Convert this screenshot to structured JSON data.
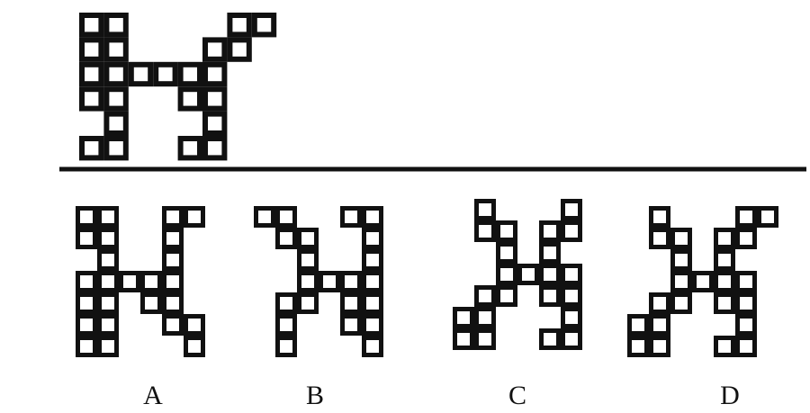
{
  "question_figure": {
    "cells": [
      [
        0,
        0
      ],
      [
        1,
        0
      ],
      [
        6,
        0
      ],
      [
        7,
        0
      ],
      [
        0,
        1
      ],
      [
        1,
        1
      ],
      [
        5,
        1
      ],
      [
        6,
        1
      ],
      [
        0,
        2
      ],
      [
        1,
        2
      ],
      [
        2,
        2
      ],
      [
        3,
        2
      ],
      [
        4,
        2
      ],
      [
        5,
        2
      ],
      [
        0,
        3
      ],
      [
        1,
        3
      ],
      [
        4,
        3
      ],
      [
        5,
        3
      ],
      [
        1,
        4
      ],
      [
        5,
        4
      ],
      [
        0,
        5
      ],
      [
        1,
        5
      ],
      [
        4,
        5
      ],
      [
        5,
        5
      ]
    ]
  },
  "options": [
    {
      "label": "A",
      "cells": [
        [
          0,
          0
        ],
        [
          1,
          0
        ],
        [
          4,
          0
        ],
        [
          5,
          0
        ],
        [
          0,
          1
        ],
        [
          1,
          1
        ],
        [
          4,
          1
        ],
        [
          1,
          2
        ],
        [
          4,
          2
        ],
        [
          0,
          3
        ],
        [
          1,
          3
        ],
        [
          2,
          3
        ],
        [
          3,
          3
        ],
        [
          4,
          3
        ],
        [
          0,
          4
        ],
        [
          1,
          4
        ],
        [
          3,
          4
        ],
        [
          4,
          4
        ],
        [
          0,
          5
        ],
        [
          1,
          5
        ],
        [
          4,
          5
        ],
        [
          5,
          5
        ],
        [
          0,
          6
        ],
        [
          1,
          6
        ],
        [
          5,
          6
        ]
      ]
    },
    {
      "label": "B",
      "cells": [
        [
          0,
          0
        ],
        [
          1,
          0
        ],
        [
          4,
          0
        ],
        [
          5,
          0
        ],
        [
          1,
          1
        ],
        [
          2,
          1
        ],
        [
          5,
          1
        ],
        [
          2,
          2
        ],
        [
          5,
          2
        ],
        [
          2,
          3
        ],
        [
          3,
          3
        ],
        [
          4,
          3
        ],
        [
          5,
          3
        ],
        [
          1,
          4
        ],
        [
          2,
          4
        ],
        [
          4,
          4
        ],
        [
          5,
          4
        ],
        [
          1,
          5
        ],
        [
          4,
          5
        ],
        [
          5,
          5
        ],
        [
          1,
          6
        ],
        [
          5,
          6
        ]
      ]
    },
    {
      "label": "C",
      "cells": [
        [
          1,
          0
        ],
        [
          5,
          0
        ],
        [
          1,
          1
        ],
        [
          2,
          1
        ],
        [
          4,
          1
        ],
        [
          5,
          1
        ],
        [
          2,
          2
        ],
        [
          4,
          2
        ],
        [
          2,
          3
        ],
        [
          3,
          3
        ],
        [
          4,
          3
        ],
        [
          5,
          3
        ],
        [
          1,
          4
        ],
        [
          2,
          4
        ],
        [
          4,
          4
        ],
        [
          5,
          4
        ],
        [
          0,
          5
        ],
        [
          1,
          5
        ],
        [
          5,
          5
        ],
        [
          0,
          6
        ],
        [
          1,
          6
        ],
        [
          4,
          6
        ],
        [
          5,
          6
        ]
      ]
    },
    {
      "label": "D",
      "cells": [
        [
          1,
          0
        ],
        [
          5,
          0
        ],
        [
          6,
          0
        ],
        [
          1,
          1
        ],
        [
          2,
          1
        ],
        [
          4,
          1
        ],
        [
          5,
          1
        ],
        [
          2,
          2
        ],
        [
          4,
          2
        ],
        [
          2,
          3
        ],
        [
          3,
          3
        ],
        [
          4,
          3
        ],
        [
          5,
          3
        ],
        [
          1,
          4
        ],
        [
          2,
          4
        ],
        [
          4,
          4
        ],
        [
          5,
          4
        ],
        [
          0,
          5
        ],
        [
          1,
          5
        ],
        [
          5,
          5
        ],
        [
          0,
          6
        ],
        [
          1,
          6
        ],
        [
          4,
          6
        ],
        [
          5,
          6
        ]
      ]
    }
  ],
  "style": {
    "stroke_color": "#111111"
  }
}
